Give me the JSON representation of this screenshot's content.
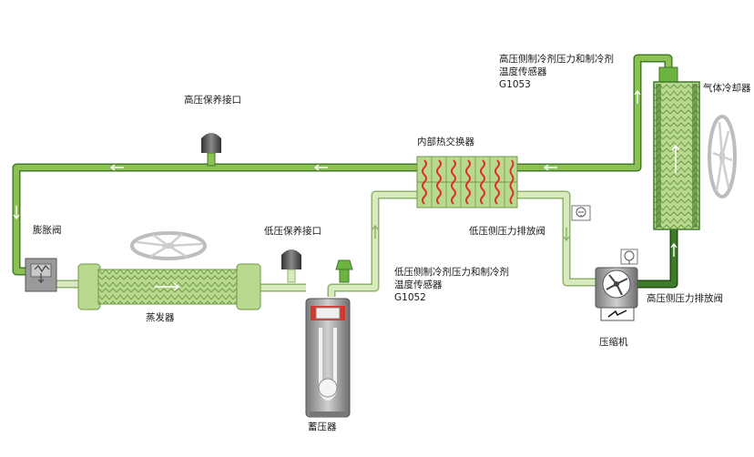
{
  "labels": {
    "hp_sensor": [
      "高压侧制冷剂压力和制冷剂",
      "温度传感器",
      "G1053"
    ],
    "gas_cooler": "气体冷却器",
    "hp_service_port": "高压保养接口",
    "internal_hx": "内部热交换器",
    "expansion_valve": "膨胀阀",
    "lp_service_port": "低压保养接口",
    "lp_relief_valve": "低压侧压力排放阀",
    "lp_sensor": [
      "低压侧制冷剂压力和制冷剂",
      "温度传感器",
      "G1052"
    ],
    "evaporator": "蒸发器",
    "hp_relief_valve": "高压侧压力排放阀",
    "compressor": "压缩机",
    "accumulator": "蓄压器"
  },
  "colors": {
    "hp_pipe": "#8cc152",
    "hp_pipe_dark": "#3f7a2a",
    "lp_pipe": "#d7ebbf",
    "lp_pipe_edge": "#8fb26c",
    "component_fill": "#b9d98f",
    "hot_flow": "#d9362b",
    "fan": "#cfcfcf",
    "valve_cap": "#555555"
  }
}
